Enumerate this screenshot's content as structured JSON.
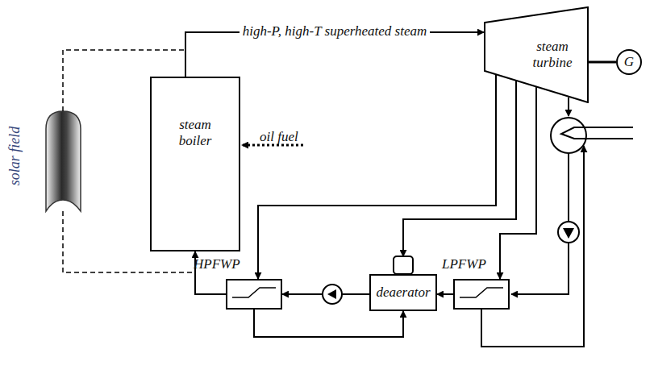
{
  "diagram": {
    "nodes": [
      {
        "text": [
          "steam boiler"
        ]
      },
      {
        "text": [
          "steam turbine"
        ]
      },
      {
        "text": [
          "G"
        ]
      },
      {
        "text": [
          "deaerator"
        ]
      },
      {
        "text": [
          "HPFWP"
        ]
      },
      {
        "text": [
          "LPFWP"
        ]
      }
    ],
    "edges": [
      {
        "from": 0,
        "to": 1,
        "arrow": "to",
        "label": "high-P, high-T superheated steam"
      },
      {
        "from": 1,
        "to": 2,
        "arrow": "none"
      },
      {
        "from": 1,
        "to": 4,
        "arrow": "to"
      },
      {
        "from": 1,
        "to": 3,
        "arrow": "to"
      },
      {
        "from": 1,
        "to": 5,
        "arrow": "to"
      },
      {
        "from": 5,
        "to": 3,
        "arrow": "to"
      },
      {
        "from": 3,
        "to": 4,
        "arrow": "to"
      },
      {
        "from": 4,
        "to": 0,
        "arrow": "to"
      },
      {
        "from": 4,
        "to": 3,
        "arrow": "to"
      }
    ],
    "labels": [
      "oil fuel",
      "solar field"
    ]
  }
}
